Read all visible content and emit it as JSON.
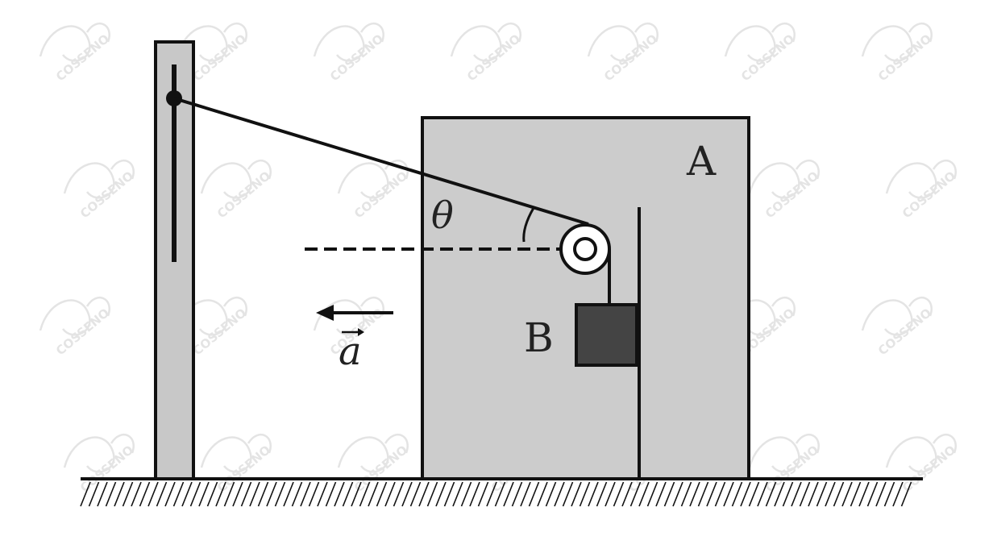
{
  "labels": {
    "block_a": "A",
    "block_b": "B",
    "angle": "θ",
    "acceleration": "a"
  },
  "watermark": {
    "text": "COSSENO"
  },
  "colors": {
    "ink": "#111111",
    "block_a_fill": "#cccccc",
    "block_b_fill": "#444444",
    "post_fill": "#c8c8c8",
    "watermark": "#e4e4e4"
  }
}
